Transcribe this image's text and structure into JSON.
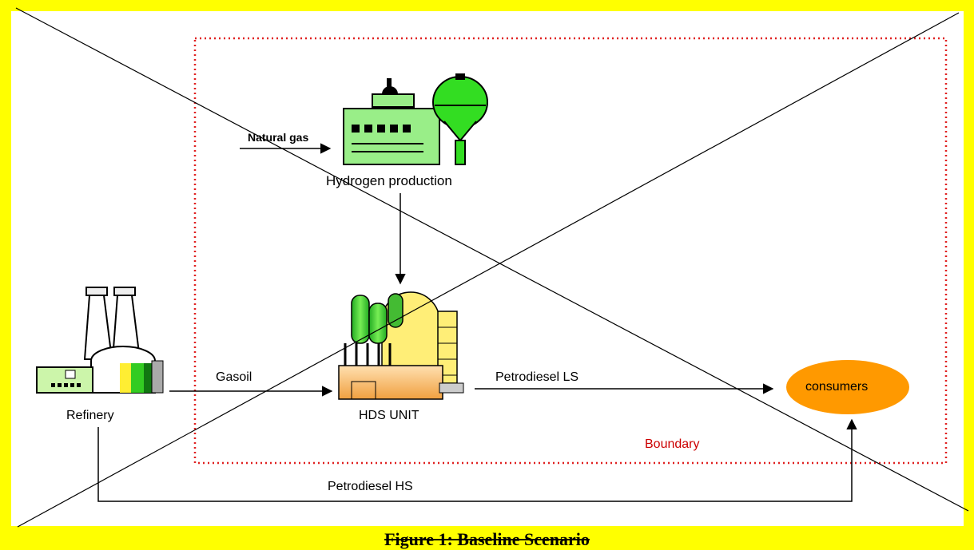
{
  "diagram": {
    "nodes": {
      "hydrogen_production": "Hydrogen production",
      "natural_gas": "Natural gas",
      "refinery": "Refinery",
      "hds_unit": "HDS UNIT",
      "consumers": "consumers"
    },
    "edges": {
      "gasoil": "Gasoil",
      "petrodiesel_ls": "Petrodiesel LS",
      "petrodiesel_hs": "Petrodiesel HS"
    },
    "boundary_label": "Boundary",
    "caption": "Figure 1:  Baseline Scenario",
    "colors": {
      "background": "#ffff00",
      "panel": "#ffffff",
      "boundary": "#e02020",
      "consumers_fill": "#ff9900",
      "hydrogen_fill": "#99ee88",
      "boundary_text": "#cc0000"
    }
  }
}
